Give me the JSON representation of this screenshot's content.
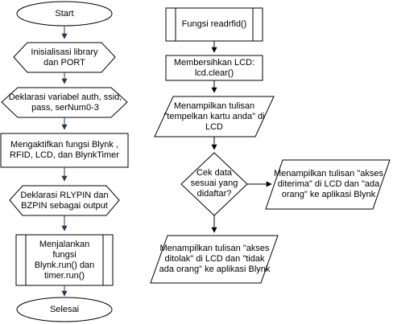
{
  "flowchart": {
    "left": {
      "start": "Start",
      "init": "Inisialisasi library\ndan PORT",
      "declare_vars": "Deklarasi variabel auth, ssid,\npass, serNum0-3",
      "activate": "Mengaktifkan fungsi Blynk ,\nRFID, LCD, dan BlynkTimer",
      "declare_pins": "Deklarasi RLYPIN dan\nBZPIN sebagai output",
      "run": "Menjalankan\nfungsi\nBlynk.run() dan\ntimer.run()",
      "end": "Selesai"
    },
    "right": {
      "func": "Fungsi readrfid()",
      "clear_lcd": "Membersihkan LCD:\nlcd.clear()",
      "show_prompt": "Menampilkan tulisan\n\"tempelkan kartu anda\" di\nLCD",
      "decision": "Cek data\nsesuai yang\ndidaftar?",
      "granted": "Menampilkan tulisan \"akses\nditerima\" di LCD dan \"ada\norang\" ke aplikasi Blynk",
      "denied": "Menampilkan tulisan \"akses\nditolak\" di LCD dan \"tidak\nada orang\" ke aplikasi Blynk"
    }
  },
  "colors": {
    "stroke": "#000000",
    "left_arrow": "#1f3a5f",
    "fill": "#ffffff"
  }
}
